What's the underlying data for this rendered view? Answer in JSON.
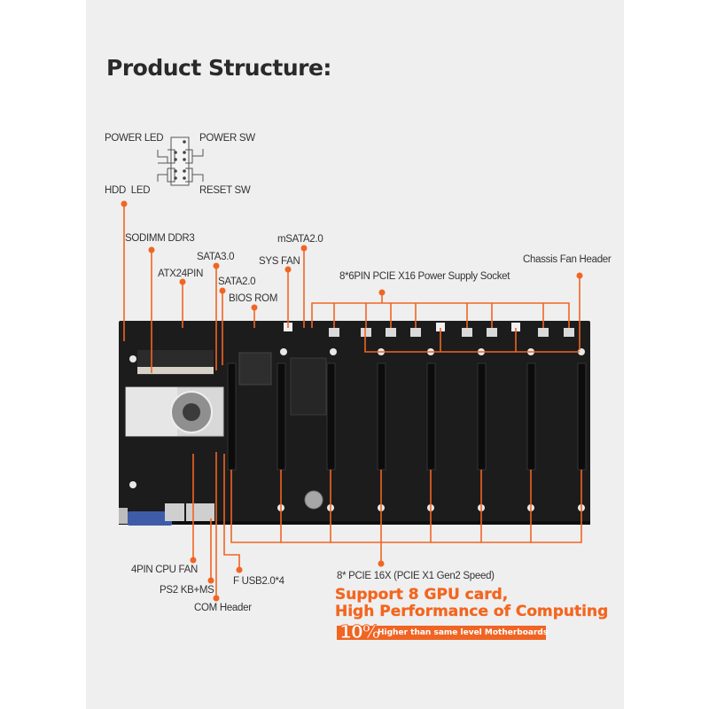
{
  "title": "Product Structure:",
  "front_panel_header": {
    "power_led": "POWER LED",
    "power_sw": "POWER SW",
    "hdd_led": "HDD  LED",
    "reset_sw": "RESET SW"
  },
  "labels": {
    "sodimm": "SODIMM DDR3",
    "atx24pin": "ATX24PIN",
    "sata3": "SATA3.0",
    "sata2": "SATA2.0",
    "bios_rom": "BIOS ROM",
    "sys_fan": "SYS FAN",
    "msata": "mSATA2.0",
    "pcie_power": "8*6PIN PCIE X16 Power Supply Socket",
    "chassis_fan": "Chassis Fan Header",
    "cpu_fan": "4PIN CPU FAN",
    "ps2": "PS2 KB+MS",
    "com": "COM Header",
    "fusb": "F USB2.0*4",
    "pcie_slots": "8* PCIE 16X (PCIE X1 Gen2 Speed)"
  },
  "promo": {
    "line1": "Support 8 GPU card,",
    "line2": "High Performance of Computing",
    "percent": "10%",
    "subline": "Higher than same level Motherboards"
  },
  "colors": {
    "accent": "#f06524",
    "panel_bg": "#efefef",
    "board": "#1c1c1c",
    "text": "#333333"
  }
}
